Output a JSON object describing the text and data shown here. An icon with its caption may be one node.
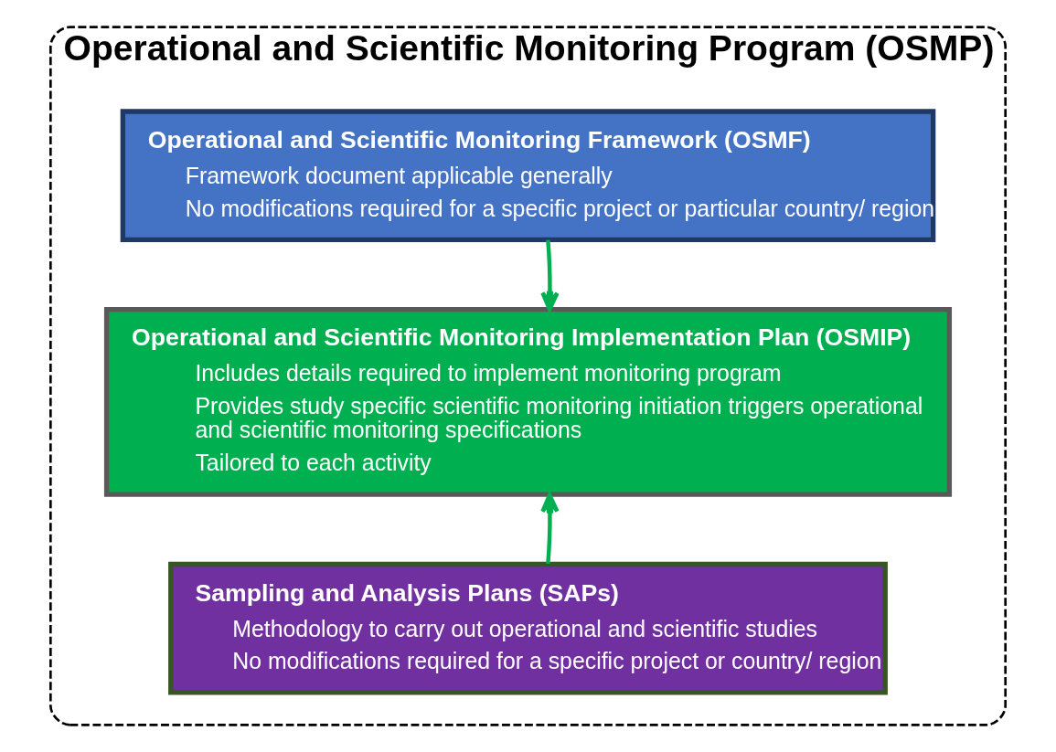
{
  "diagram": {
    "nodes": [
      {
        "text": [
          "Operational and Scientific Monitoring Program (OSMP)"
        ]
      },
      {
        "text": [
          "Operational and Scientific Monitoring Framework (OSMF)",
          "Framework document applicable generally",
          "No modifications required for a specific project or particular country/ region"
        ],
        "in": 0
      },
      {
        "text": [
          "Operational and Scientific Monitoring Implementation Plan (OSMIP)",
          "Includes details required to implement monitoring program",
          "Provides study specific scientific monitoring initiation triggers operational and scientific monitoring specifications",
          "Tailored to each activity"
        ],
        "in": 0
      },
      {
        "text": [
          "Sampling and Analysis Plans (SAPs)",
          "Methodology to carry out operational and scientific studies",
          "No modifications required for a specific project or country/ region"
        ],
        "in": 0
      }
    ],
    "edges": [
      {
        "from": 1,
        "to": 2,
        "arrow": "to"
      },
      {
        "from": 3,
        "to": 2,
        "arrow": "to"
      }
    ]
  }
}
